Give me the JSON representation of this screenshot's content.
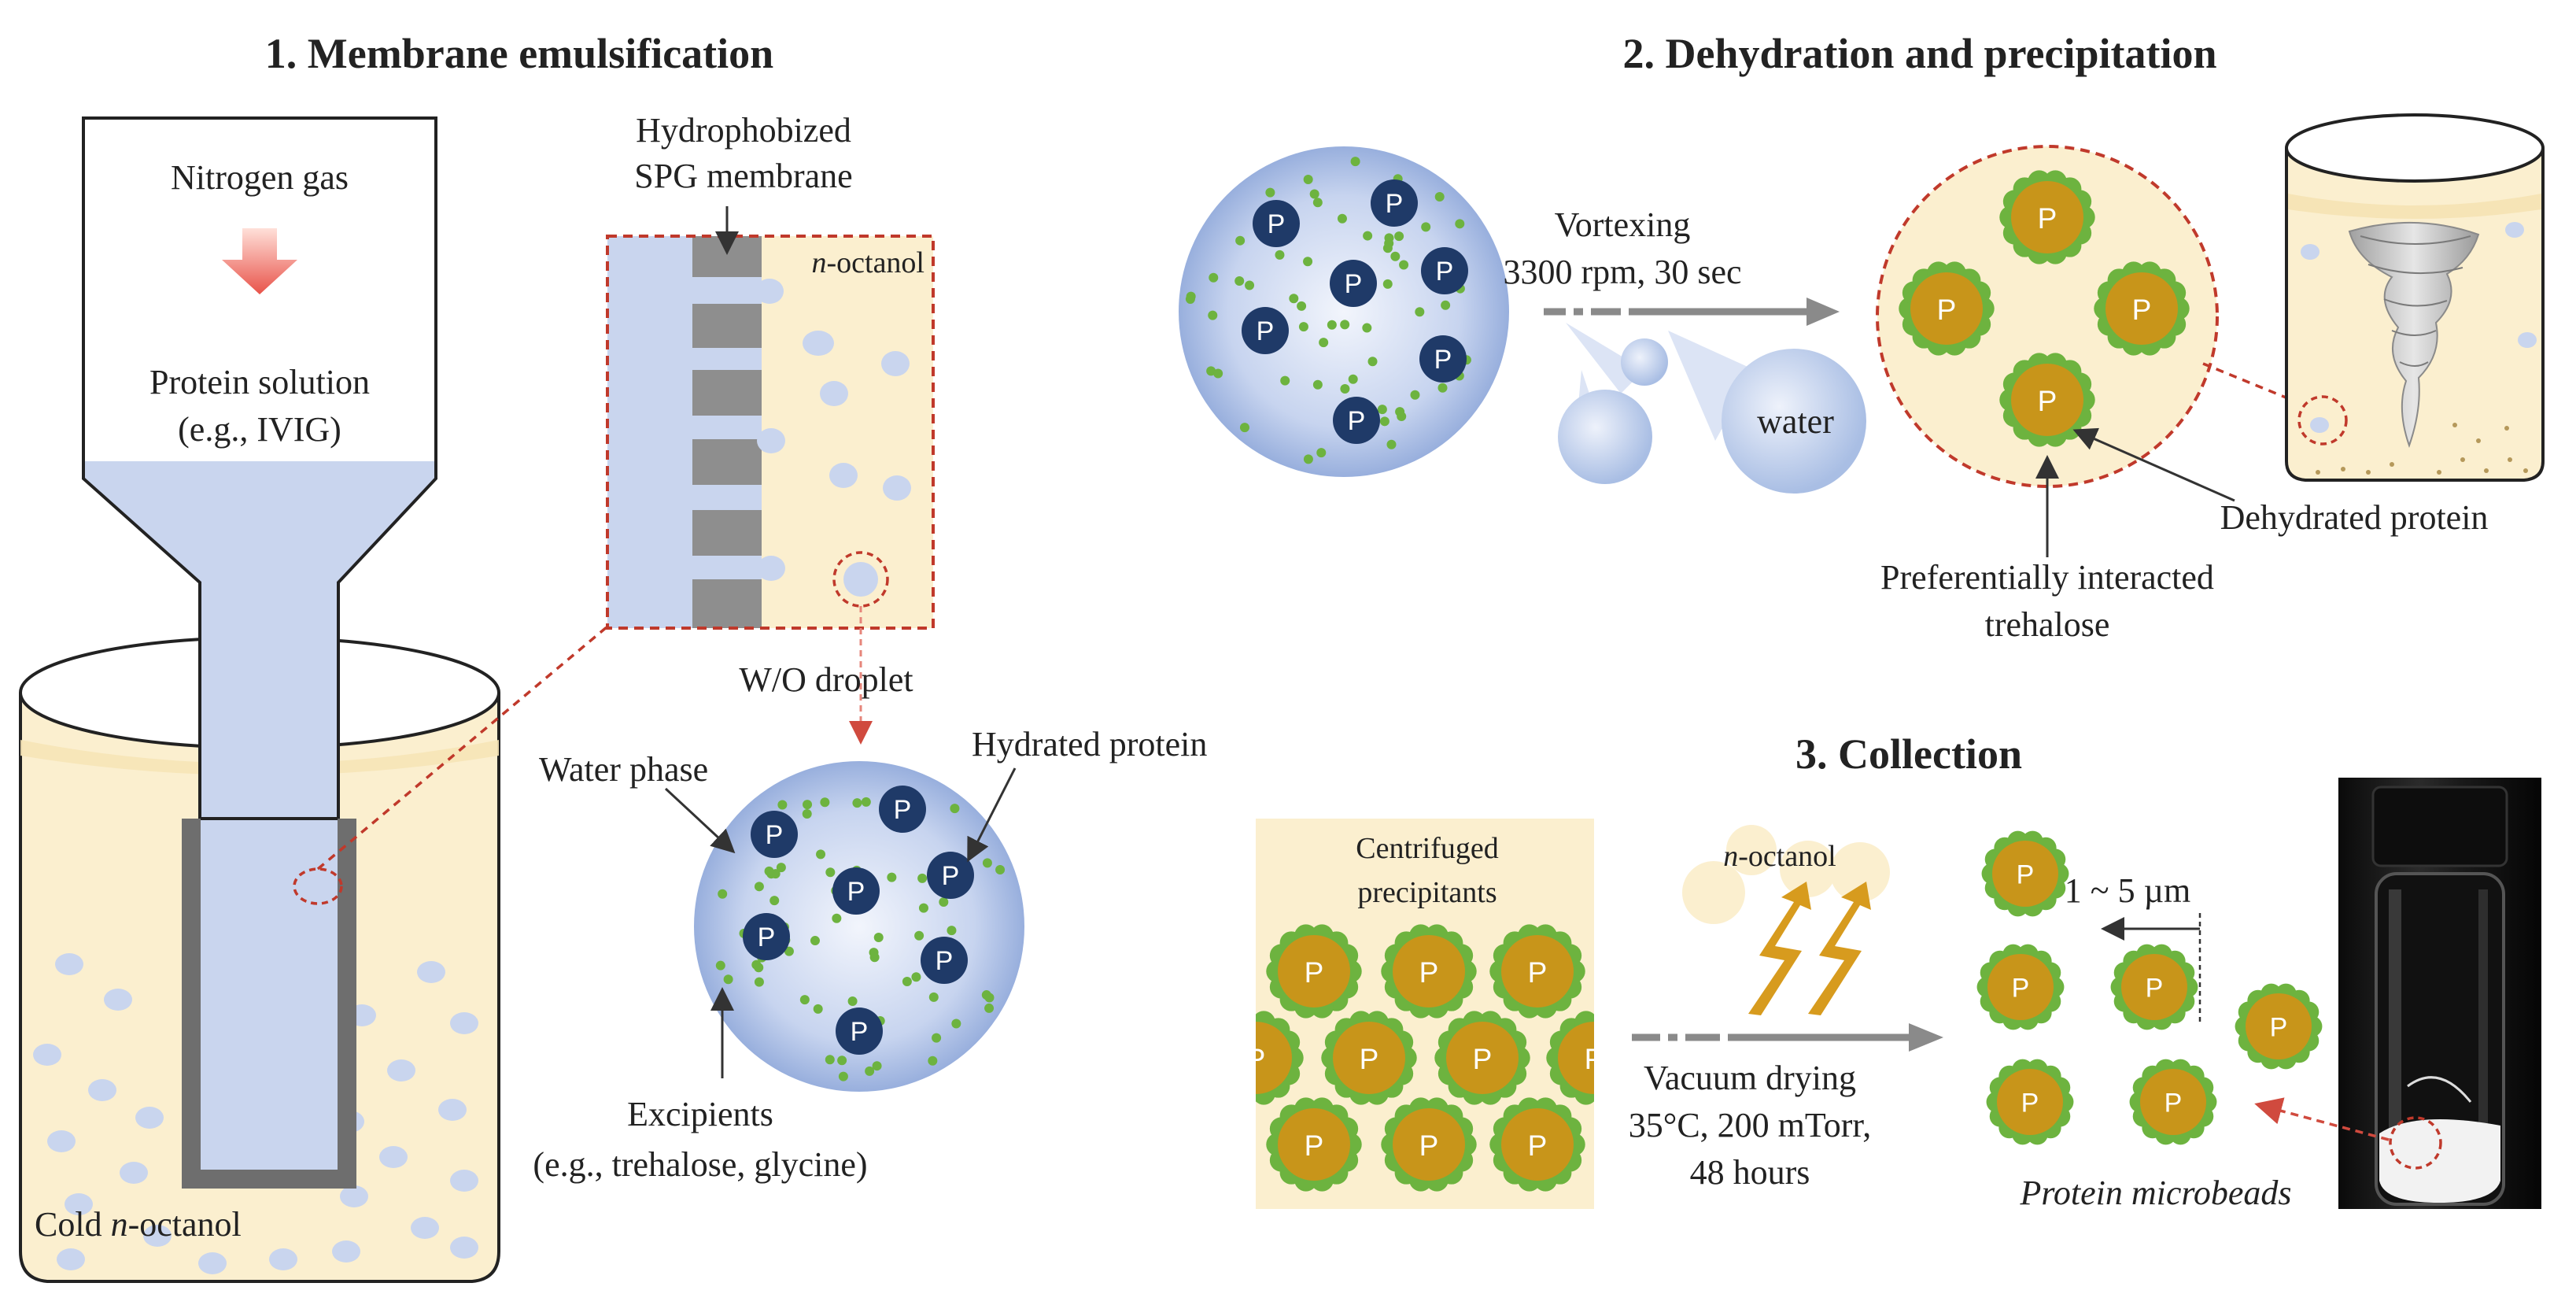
{
  "panels": {
    "membrane": {
      "title": "1. Membrane emulsification",
      "gas": "Nitrogen gas",
      "solution_line1": "Protein solution",
      "solution_line2": "(e.g., IVIG)",
      "membrane_line1": "Hydrophobized",
      "membrane_line2": "SPG membrane",
      "octanol_prefix": "n",
      "octanol_suffix": "-octanol",
      "cold_prefix": "Cold ",
      "droplet": "W/O droplet",
      "water_phase": "Water phase",
      "hydrated": "Hydrated protein",
      "excipients_line1": "Excipients",
      "excipients_line2": "(e.g., trehalose, glycine)"
    },
    "dehydration": {
      "title": "2. Dehydration and precipitation",
      "vortex_line1": "Vortexing",
      "vortex_line2": "3300 rpm, 30 sec",
      "water": "water",
      "dehydrated": "Dehydrated protein",
      "trehalose_line1": "Preferentially interacted",
      "trehalose_line2": "trehalose"
    },
    "collection": {
      "title": "3. Collection",
      "centrifuged_line1": "Centrifuged",
      "centrifuged_line2": "precipitants",
      "octanol_prefix": "n",
      "octanol_suffix": "-octanol",
      "vacuum_line1": "Vacuum drying",
      "vacuum_line2": "35°C, 200 mTorr,",
      "vacuum_line3": "48 hours",
      "size": "1 ~ 5 µm",
      "microbeads": "Protein microbeads"
    }
  },
  "protein_symbol": "P",
  "colors": {
    "oil": "#FBEFCF",
    "water_blue": "#C9D5EE",
    "protein_navy": "#1F3A68",
    "protein_gold": "#C8951A",
    "excipient_green": "#7FBB4C",
    "dashed_red": "#C0392B",
    "arrow_gray": "#8A8A8A",
    "membrane_gray": "#8E8E8E"
  }
}
